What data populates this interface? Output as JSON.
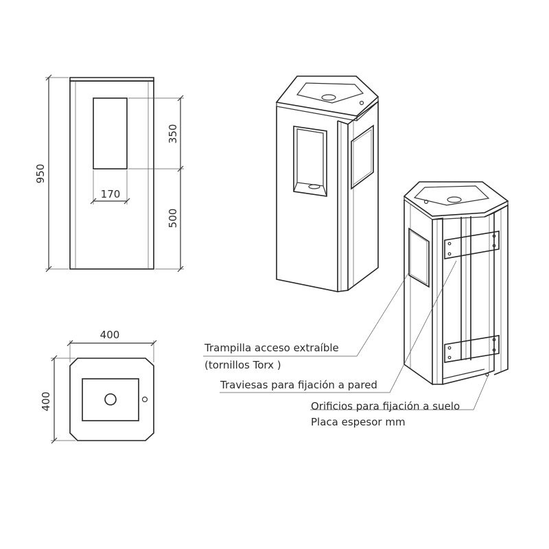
{
  "front_view": {
    "dim_height_total": "950",
    "dim_height_upper": "350",
    "dim_height_lower": "500",
    "dim_width_opening": "170"
  },
  "top_view": {
    "dim_width": "400",
    "dim_depth": "400"
  },
  "callouts": {
    "hatch_line1": "Trampilla acceso extraíble",
    "hatch_line2": "(tornillos Torx )",
    "crossbars": "Traviesas para fijación a pared",
    "floor_holes": "Orificios para fijación a suelo",
    "plate": "Placa espesor mm"
  }
}
